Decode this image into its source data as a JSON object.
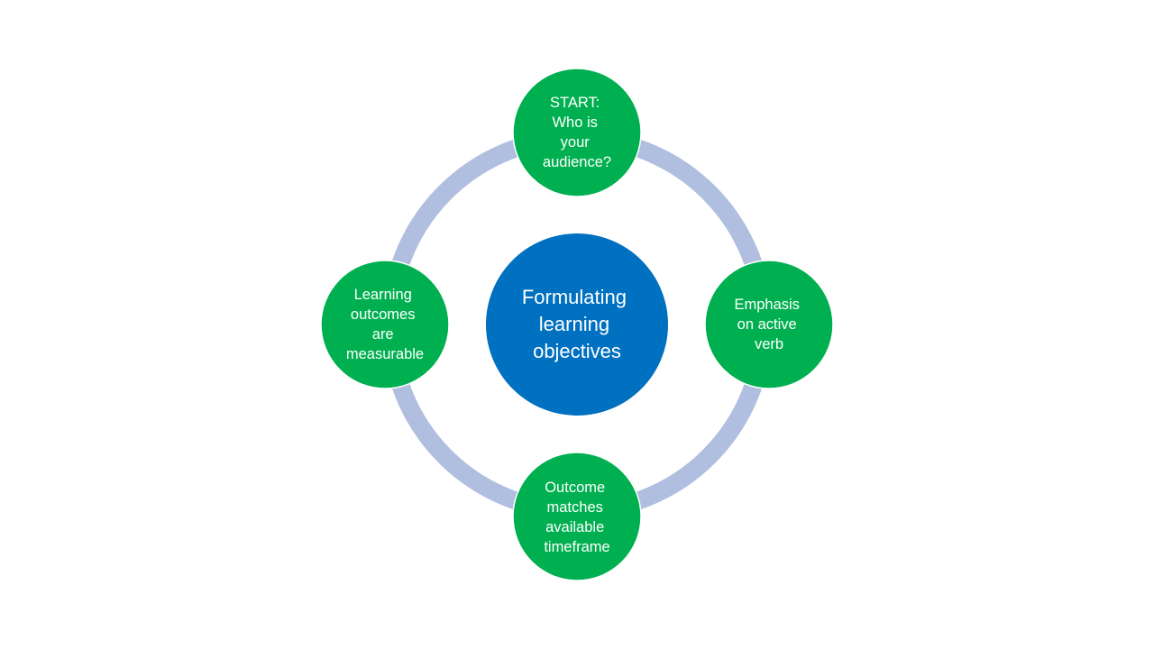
{
  "diagram": {
    "type": "cycle",
    "colors": {
      "background": "#ffffff",
      "ring": "#b0bedf",
      "center_fill": "#0070c0",
      "node_fill": "#00b050",
      "node_outline": "#ffffff",
      "text": "#ffffff"
    },
    "center": {
      "lines": [
        "Formulating",
        "learning",
        "objectives"
      ]
    },
    "nodes": [
      {
        "id": "top",
        "position": "top",
        "lines": [
          "START:",
          "Who is",
          "your",
          "audience?"
        ]
      },
      {
        "id": "right",
        "position": "right",
        "lines": [
          "Emphasis",
          "on active",
          "verb"
        ]
      },
      {
        "id": "bottom",
        "position": "bottom",
        "lines": [
          "Outcome",
          "matches",
          "available",
          "timeframe"
        ]
      },
      {
        "id": "left",
        "position": "left",
        "lines": [
          "Learning",
          "outcomes",
          "are",
          "measurable"
        ]
      }
    ]
  }
}
